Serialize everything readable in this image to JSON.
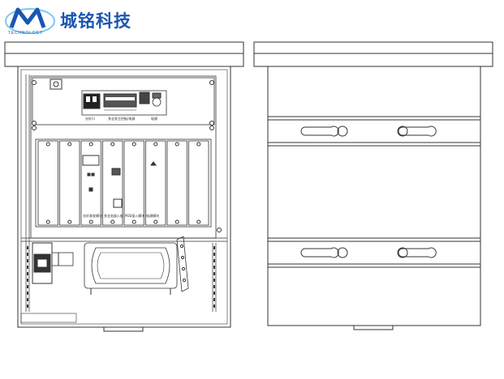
{
  "logo": {
    "company_name": "城铭科技",
    "tagline": "TECHNOLOGY",
    "mark_letter": "M",
    "brand_color": "#1a56b0",
    "accent_color": "#7ec8f0"
  },
  "front_view": {
    "top_unit_labels": [
      "光纤口",
      "多业务主控板/电源",
      "电源"
    ],
    "cards_count": 8,
    "card_labels": [
      "光纤收发模块",
      "多业务接入板",
      "POE接入模块",
      "电源模块"
    ]
  },
  "colors": {
    "line": "#333333",
    "fill": "#ffffff"
  }
}
